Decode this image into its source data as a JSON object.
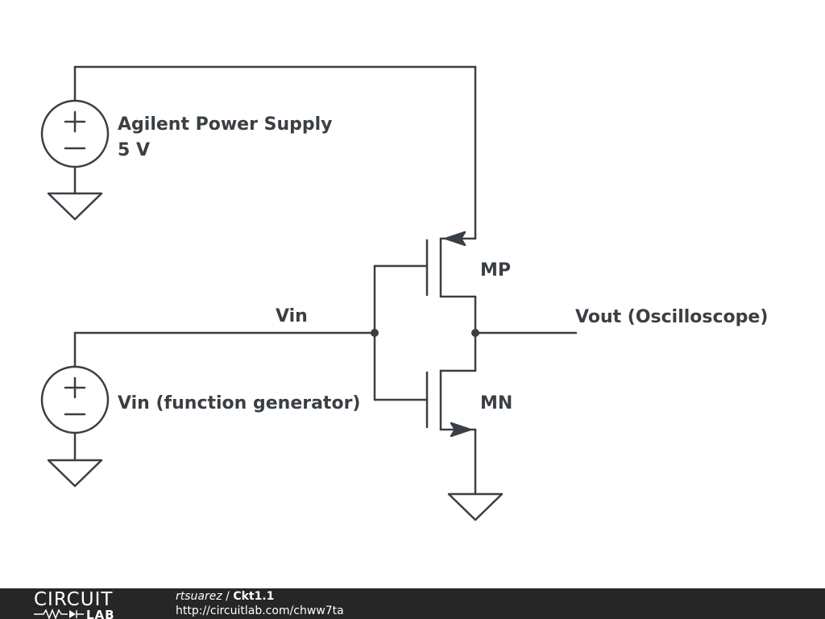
{
  "labels": {
    "supply_name": "Agilent Power Supply",
    "supply_value": "5 V",
    "pmos": "MP",
    "nmos": "MN",
    "vin_net": "Vin",
    "vout_net": "Vout (Oscilloscope)",
    "fg_name": "Vin (function generator)"
  },
  "footer": {
    "logo_top": "CIRCUIT",
    "logo_bottom": "LAB",
    "author": "rtsuarez",
    "separator": " / ",
    "title": "Ckt1.1",
    "url": "http://circuitlab.com/chww7ta"
  },
  "colors": {
    "wire": "#3a3f44",
    "footer_bg": "#262626"
  }
}
